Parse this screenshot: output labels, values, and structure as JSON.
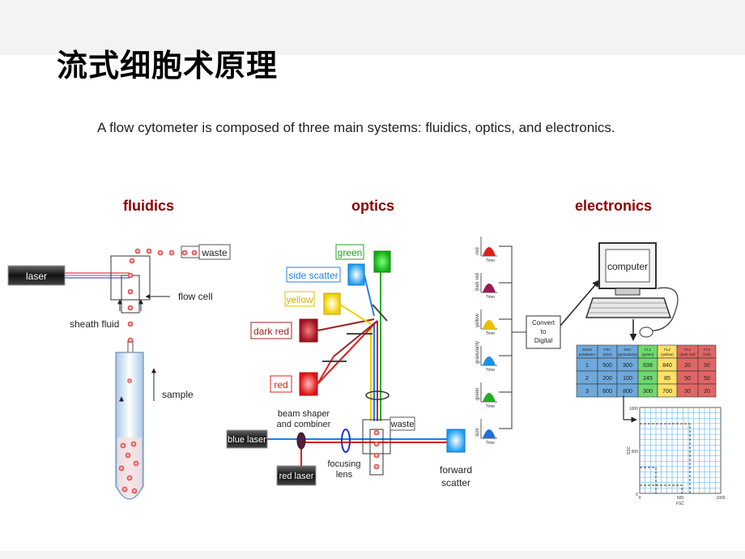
{
  "slide": {
    "title": "流式细胞术原理",
    "intro": "A flow cytometer is composed of three main systems: fluidics, optics, and electronics."
  },
  "sections": {
    "fluidics": "fluidics",
    "optics": "optics",
    "electronics": "electronics"
  },
  "fluidics": {
    "laser": "laser",
    "waste": "waste",
    "flow_cell": "flow cell",
    "sheath_fluid": "sheath fluid",
    "sample": "sample"
  },
  "optics": {
    "green": "green",
    "side_scatter": "side scatter",
    "yellow": "yellow",
    "dark_red": "dark red",
    "red": "red",
    "beam_shaper": "beam shaper",
    "and_combiner": "and combiner",
    "waste": "waste",
    "blue_laser": "blue laser",
    "red_laser": "red laser",
    "focusing": "focusing",
    "lens": "lens",
    "forward": "forward",
    "scatter": "scatter"
  },
  "electronics": {
    "computer": "computer",
    "convert_1": "Convert",
    "convert_2": "to",
    "convert_3": "Digital",
    "time_label": "Time",
    "channel_labels": [
      "red",
      "dark red",
      "yellow",
      "granularity",
      "green",
      "size"
    ],
    "channel_colors": [
      "#e0201a",
      "#9c1a4e",
      "#e8c000",
      "#1e90e0",
      "#20b020",
      "#1e70e0"
    ],
    "table": {
      "headers": [
        "Event parameter",
        "FSC (size)",
        "SSC (granularity)",
        "FL1 (green)",
        "FL2 (yellow)",
        "FL3 (dark red)",
        "FL4 (red)"
      ],
      "header_colors": [
        "#6fa8dc",
        "#6fa8dc",
        "#6fa8dc",
        "#6fd86f",
        "#ffe066",
        "#e06666",
        "#e06666"
      ],
      "rows": [
        [
          "1",
          "500",
          "300",
          "638",
          "840",
          "20",
          "50"
        ],
        [
          "2",
          "200",
          "100",
          "245",
          "85",
          "50",
          "50"
        ],
        [
          "3",
          "600",
          "800",
          "300",
          "700",
          "30",
          "20"
        ]
      ]
    },
    "plot": {
      "y_axis_label": "SSC",
      "x_axis_label": "FSC",
      "y_ticks": [
        "1000",
        "500",
        "0"
      ],
      "x_ticks": [
        "0",
        "500",
        "1000"
      ]
    }
  }
}
